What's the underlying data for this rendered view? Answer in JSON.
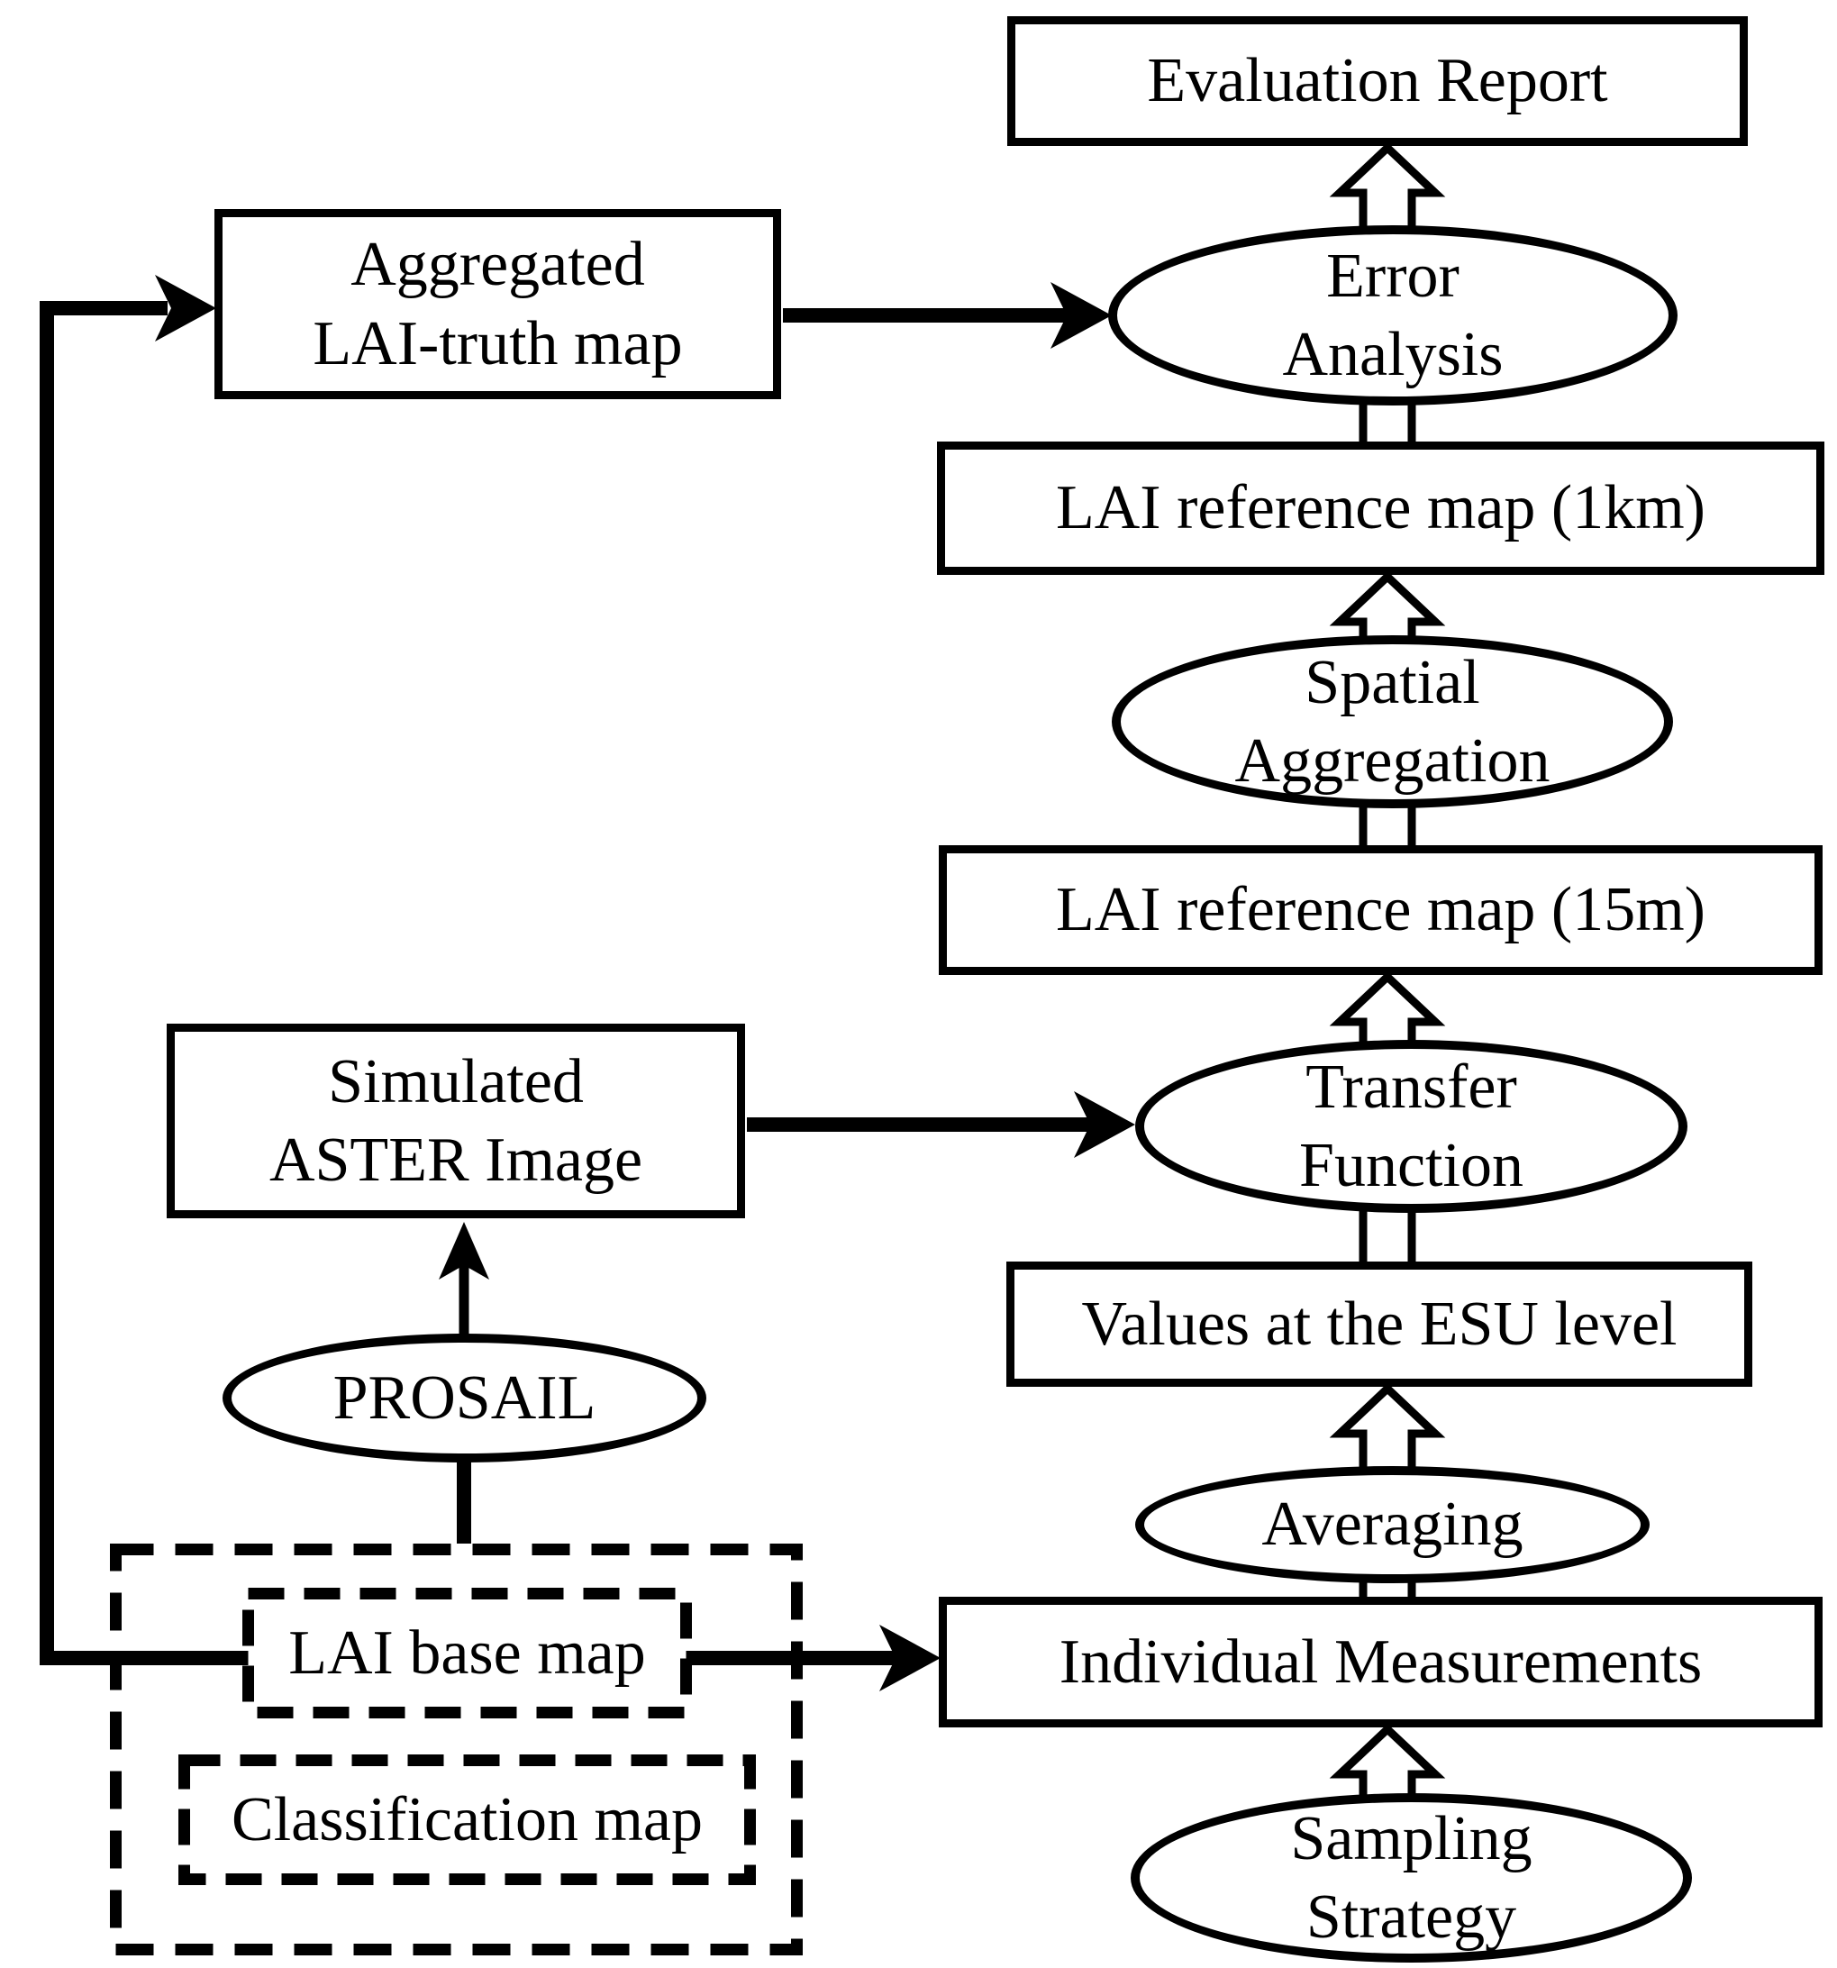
{
  "colors": {
    "ink": "#000000",
    "paper": "#ffffff"
  },
  "nodes": {
    "evaluation_report": {
      "label": "Evaluation Report",
      "shape": "rect"
    },
    "error_analysis": {
      "label": "Error\nAnalysis",
      "shape": "ellipse"
    },
    "lai_reference_map_1km": {
      "label": "LAI reference map (1km)",
      "shape": "rect"
    },
    "spatial_aggregation": {
      "label": "Spatial\nAggregation",
      "shape": "ellipse"
    },
    "lai_reference_map_15m": {
      "label": "LAI reference map (15m)",
      "shape": "rect"
    },
    "transfer_function": {
      "label": "Transfer\nFunction",
      "shape": "ellipse"
    },
    "values_esu": {
      "label": "Values at the ESU level",
      "shape": "rect"
    },
    "averaging": {
      "label": "Averaging",
      "shape": "ellipse"
    },
    "individual_measurements": {
      "label": "Individual Measurements",
      "shape": "rect"
    },
    "sampling_strategy": {
      "label": "Sampling\nStrategy",
      "shape": "ellipse"
    },
    "aggregated_lai_truth_map": {
      "label": "Aggregated\nLAI-truth map",
      "shape": "rect"
    },
    "simulated_aster_image": {
      "label": "Simulated\nASTER Image",
      "shape": "rect"
    },
    "prosail": {
      "label": "PROSAIL",
      "shape": "ellipse"
    },
    "lai_base_map": {
      "label": "LAI base map",
      "shape": "dashed-rect"
    },
    "classification_map": {
      "label": "Classification map",
      "shape": "dashed-rect"
    }
  },
  "edges": [
    {
      "from": "sampling_strategy",
      "to": "individual_measurements",
      "style": "hollow-up-arrow"
    },
    {
      "from": "individual_measurements",
      "to": "averaging",
      "style": "shaft"
    },
    {
      "from": "averaging",
      "to": "values_esu",
      "style": "hollow-up-arrow"
    },
    {
      "from": "values_esu",
      "to": "transfer_function",
      "style": "shaft"
    },
    {
      "from": "transfer_function",
      "to": "lai_reference_map_15m",
      "style": "hollow-up-arrow"
    },
    {
      "from": "lai_reference_map_15m",
      "to": "spatial_aggregation",
      "style": "shaft"
    },
    {
      "from": "spatial_aggregation",
      "to": "lai_reference_map_1km",
      "style": "hollow-up-arrow"
    },
    {
      "from": "lai_reference_map_1km",
      "to": "error_analysis",
      "style": "shaft"
    },
    {
      "from": "error_analysis",
      "to": "evaluation_report",
      "style": "hollow-up-arrow"
    },
    {
      "from": "aggregated_lai_truth_map",
      "to": "error_analysis",
      "style": "thick-arrow"
    },
    {
      "from": "simulated_aster_image",
      "to": "transfer_function",
      "style": "thick-arrow"
    },
    {
      "from": "lai_base_map",
      "to": "individual_measurements",
      "style": "thick-arrow"
    },
    {
      "from": "lai_base_map",
      "to": "aggregated_lai_truth_map",
      "style": "thick-elbow-arrow"
    },
    {
      "from": "prosail",
      "to": "simulated_aster_image",
      "style": "thin-arrow"
    },
    {
      "from": "lai_base_map",
      "to": "prosail",
      "style": "thick-line"
    }
  ]
}
